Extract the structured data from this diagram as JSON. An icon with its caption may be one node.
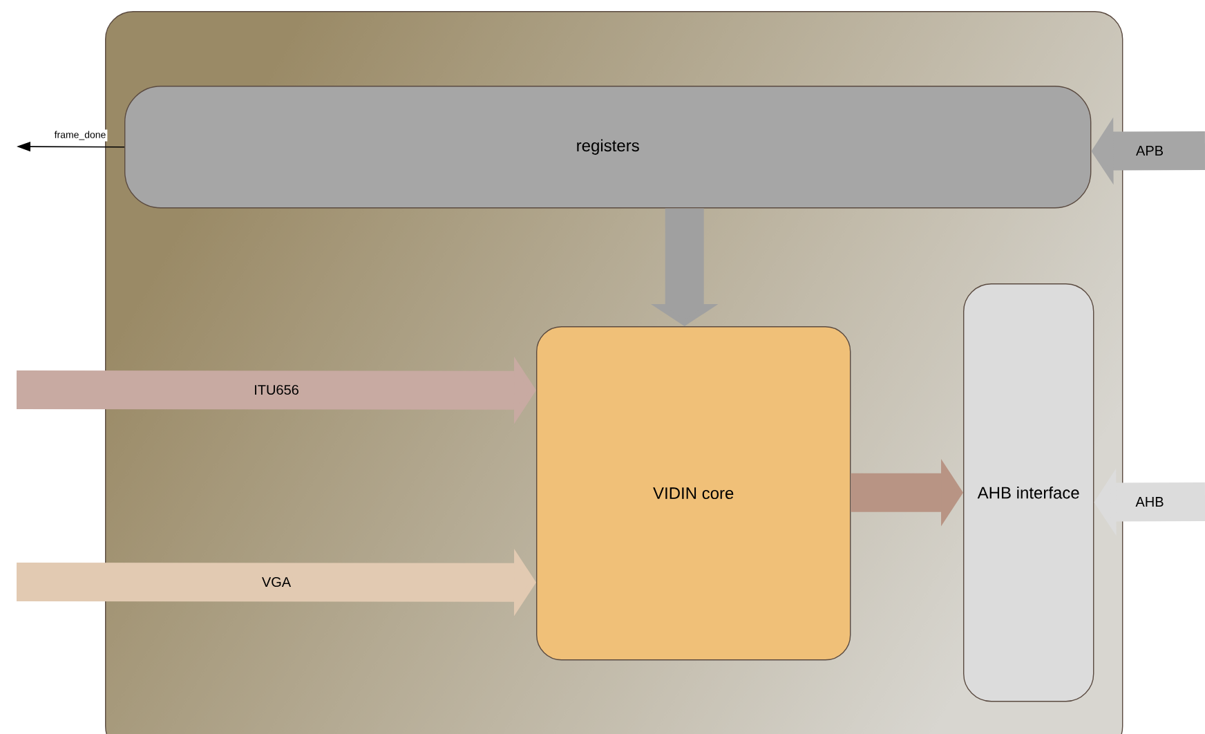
{
  "diagram": {
    "nodes": [
      {
        "text": [],
        "shape": "box"
      },
      {
        "text": [
          "registers"
        ],
        "in": 0
      },
      {
        "text": [
          "VIDIN core"
        ],
        "in": 0
      },
      {
        "text": [
          "AHB interface"
        ],
        "in": 0
      }
    ],
    "edges": [
      {
        "from": 1,
        "to": null,
        "arrow": "to",
        "label": "frame_done",
        "color": "#000000"
      },
      {
        "from": null,
        "to": 1,
        "arrow": "to",
        "label": "APB",
        "color": "#a6a6a6"
      },
      {
        "from": 1,
        "to": 2,
        "arrow": "to",
        "color": "#a0a0a0"
      },
      {
        "from": null,
        "to": 2,
        "arrow": "to",
        "label": "ITU656",
        "color": "#c8aaa2"
      },
      {
        "from": null,
        "to": 2,
        "arrow": "to",
        "label": "VGA",
        "color": "#e2cab2"
      },
      {
        "from": 2,
        "to": 3,
        "arrow": "to",
        "color": "#b89484"
      },
      {
        "from": null,
        "to": 3,
        "arrow": "to",
        "label": "AHB",
        "color": "#dcdcdc"
      }
    ]
  }
}
